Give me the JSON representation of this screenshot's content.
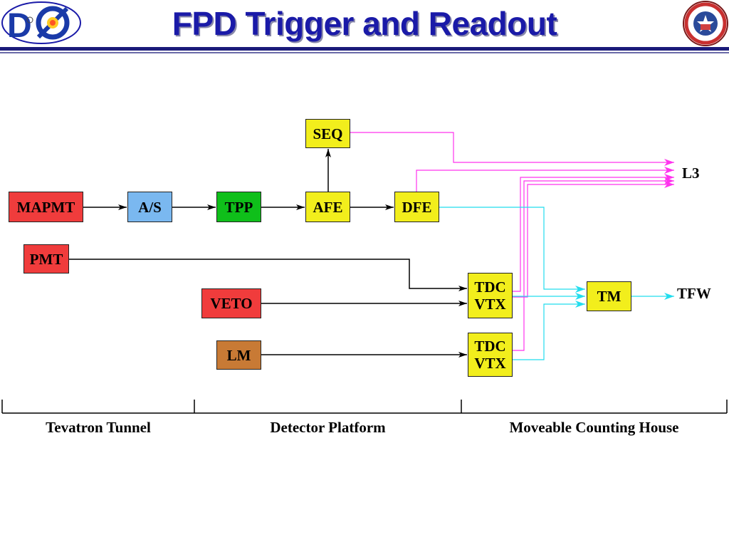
{
  "header": {
    "title": "FPD Trigger and Readout",
    "logo_left": "DØ",
    "logo_right": "University of Texas at Arlington seal"
  },
  "colors": {
    "title": "#1a1aa8",
    "red_box": "#f03c3c",
    "blue_box": "#7ab8f0",
    "green_box": "#0fbf1a",
    "yellow_box": "#f2ee1c",
    "brown_box": "#c87a35",
    "magenta_line": "#ff33ee",
    "cyan_line": "#22ddee",
    "black_line": "#000000"
  },
  "diagram": {
    "boxes": {
      "mapmt": "MAPMT",
      "as": "A/S",
      "tpp": "TPP",
      "afe": "AFE",
      "dfe": "DFE",
      "seq": "SEQ",
      "pmt": "PMT",
      "veto": "VETO",
      "lm": "LM",
      "tdc1_line1": "TDC",
      "tdc1_line2": "VTX",
      "tdc2_line1": "TDC",
      "tdc2_line2": "VTX",
      "tm": "TM"
    },
    "outputs": {
      "l3": "L3",
      "tfw": "TFW"
    },
    "sections": {
      "tunnel": "Tevatron Tunnel",
      "platform": "Detector Platform",
      "house": "Moveable Counting House"
    }
  }
}
